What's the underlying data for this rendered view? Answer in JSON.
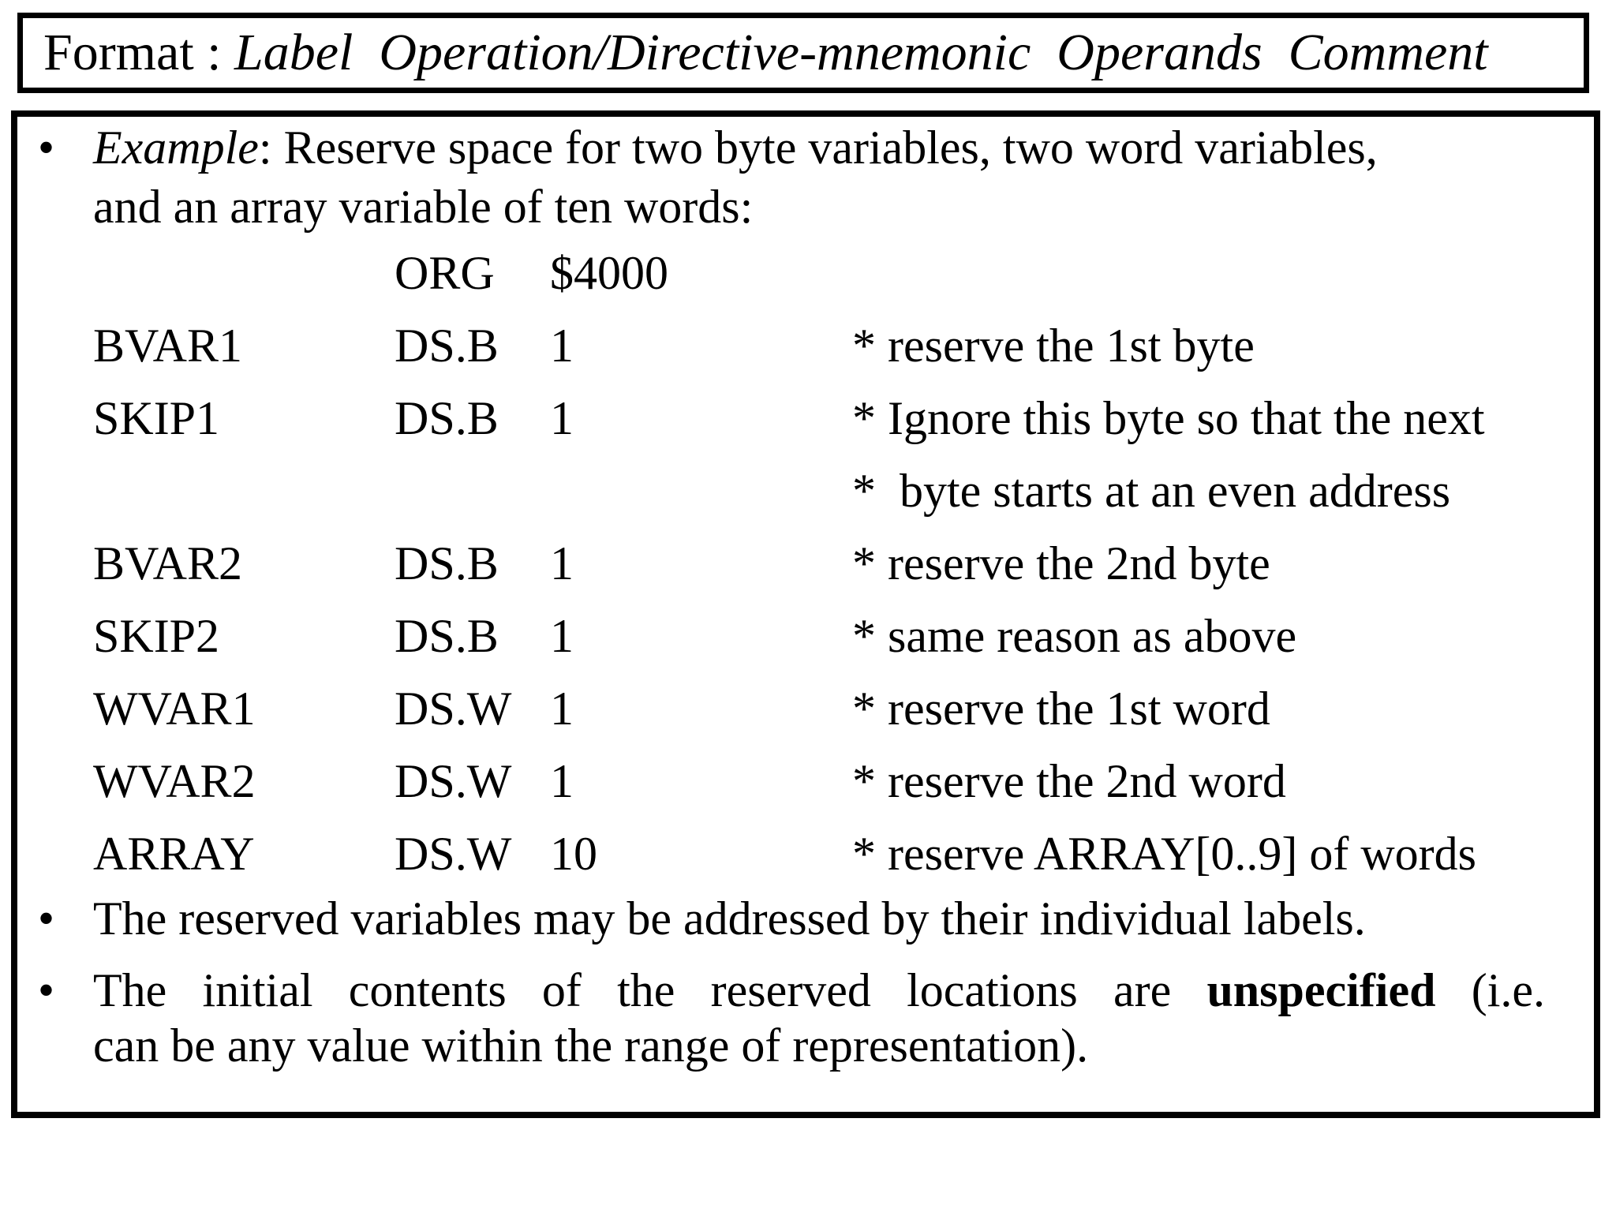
{
  "header": {
    "prefix": "Format : ",
    "fields_italic": "Label  Operation/Directive-mnemonic  Operands  Comment"
  },
  "bullets": {
    "bullet_glyph": "•",
    "example": {
      "italic_lead": "Example",
      "line1_rest": ": Reserve space for two byte variables, two word variables,",
      "line2": "and an array variable of ten words:"
    },
    "addressing": "The reserved variables may be addressed by their individual labels.",
    "initial_contents": {
      "line1_pre_bold": "The initial contents of the reserved locations are",
      "bold_word": "unspecified",
      "line1_post_bold": "(i.e.",
      "line2": "can be any value within the range of representation)."
    }
  },
  "code": {
    "rows": [
      {
        "label": "",
        "operation": "ORG",
        "operand": "$4000",
        "comment": ""
      },
      {
        "label": "BVAR1",
        "operation": "DS.B",
        "operand": "1",
        "comment": "* reserve the 1st byte"
      },
      {
        "label": "SKIP1",
        "operation": "DS.B",
        "operand": "1",
        "comment": "* Ignore this byte so that the next"
      },
      {
        "label": "",
        "operation": "",
        "operand": "",
        "comment": "*  byte starts at an even address"
      },
      {
        "label": "BVAR2",
        "operation": "DS.B",
        "operand": "1",
        "comment": "* reserve the 2nd byte"
      },
      {
        "label": "SKIP2",
        "operation": "DS.B",
        "operand": "1",
        "comment": "* same reason as above"
      },
      {
        "label": "WVAR1",
        "operation": "DS.W",
        "operand": "1",
        "comment": "* reserve the 1st word"
      },
      {
        "label": "WVAR2",
        "operation": "DS.W",
        "operand": "1",
        "comment": "* reserve the 2nd word"
      },
      {
        "label": "ARRAY",
        "operation": "DS.W",
        "operand": "10",
        "comment": "* reserve ARRAY[0..9] of words"
      }
    ]
  },
  "colors": {
    "text": "#000000",
    "background": "#ffffff",
    "border": "#000000"
  }
}
